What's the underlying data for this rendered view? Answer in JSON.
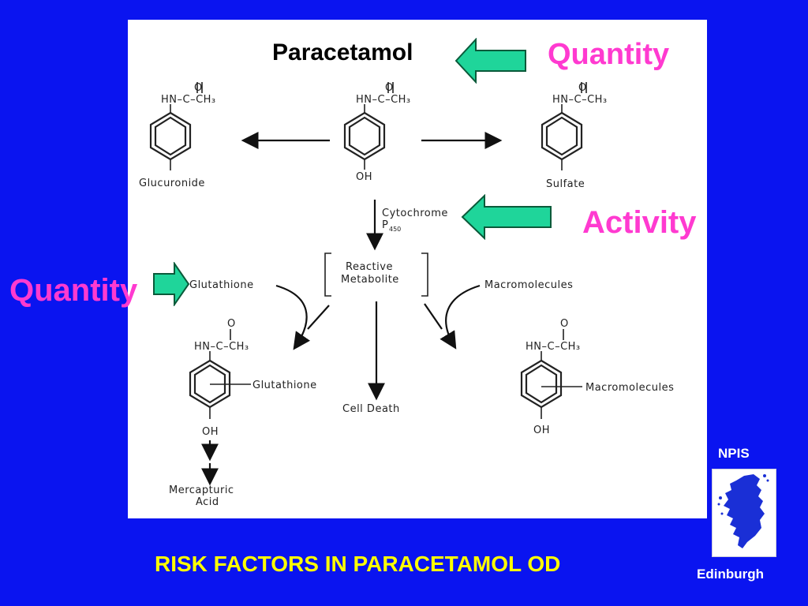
{
  "title": "Paracetamol",
  "annotations": {
    "quantity_top": "Quantity",
    "activity": "Activity",
    "quantity_left": "Quantity"
  },
  "colors": {
    "background": "#0a14f0",
    "annotation": "#ff3ad0",
    "green_arrow": "#1fd59a",
    "footer": "#ffff00"
  },
  "diagram": {
    "amide_label": "HN–C–CH₃",
    "carbonyl_o": "O",
    "glucuronide": "Glucuronide",
    "hydroxyl": "OH",
    "sulfate": "Sulfate",
    "cytochrome": "Cytochrome",
    "p450": "P",
    "p450_sub": "450",
    "reactive_metabolite_line1": "Reactive",
    "reactive_metabolite_line2": "Metabolite",
    "glutathione": "Glutathione",
    "macromolecules": "Macromolecules",
    "cell_death": "Cell Death",
    "glutathione_conjugate": "Glutathione",
    "macromolecules_conjugate": "Macromolecules",
    "mercapturic_line1": "Mercapturic",
    "mercapturic_line2": "Acid"
  },
  "footer": {
    "title": "RISK FACTORS IN PARACETAMOL OD",
    "npis": "NPIS",
    "edinburgh": "Edinburgh"
  },
  "logo": {
    "icon": "scotland-map-icon"
  }
}
